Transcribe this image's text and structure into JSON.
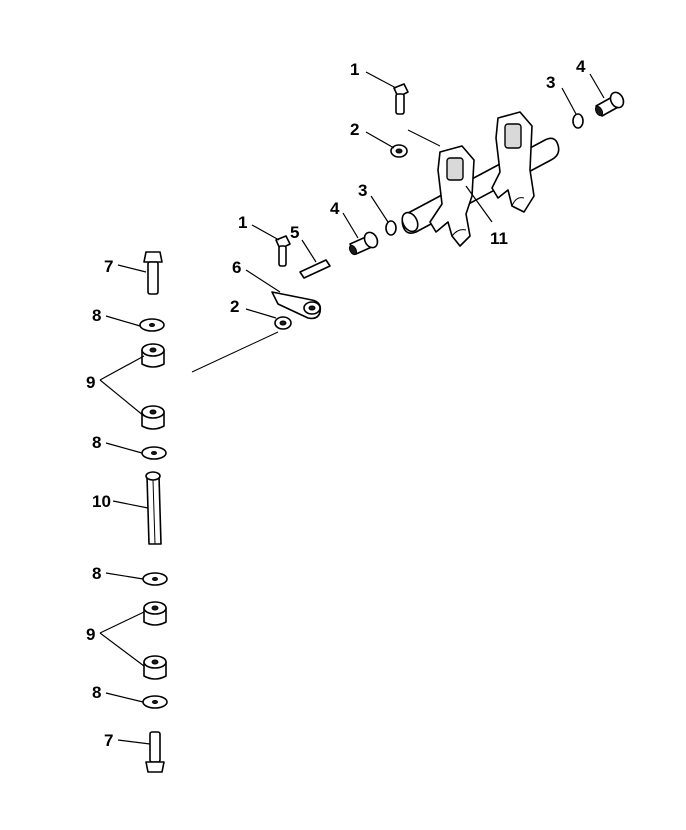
{
  "diagram": {
    "callouts": {
      "c1_top": "1",
      "c2_top": "2",
      "c3_top": "3",
      "c4_top": "4",
      "c1_mid": "1",
      "c2_mid": "2",
      "c3_mid": "3",
      "c4_mid": "4",
      "c5": "5",
      "c6": "6",
      "c7_top": "7",
      "c8_a": "8",
      "c9_top": "9",
      "c8_b": "8",
      "c10": "10",
      "c8_c": "8",
      "c9_bottom": "9",
      "c8_d": "8",
      "c7_bottom": "7",
      "c11": "11"
    }
  }
}
